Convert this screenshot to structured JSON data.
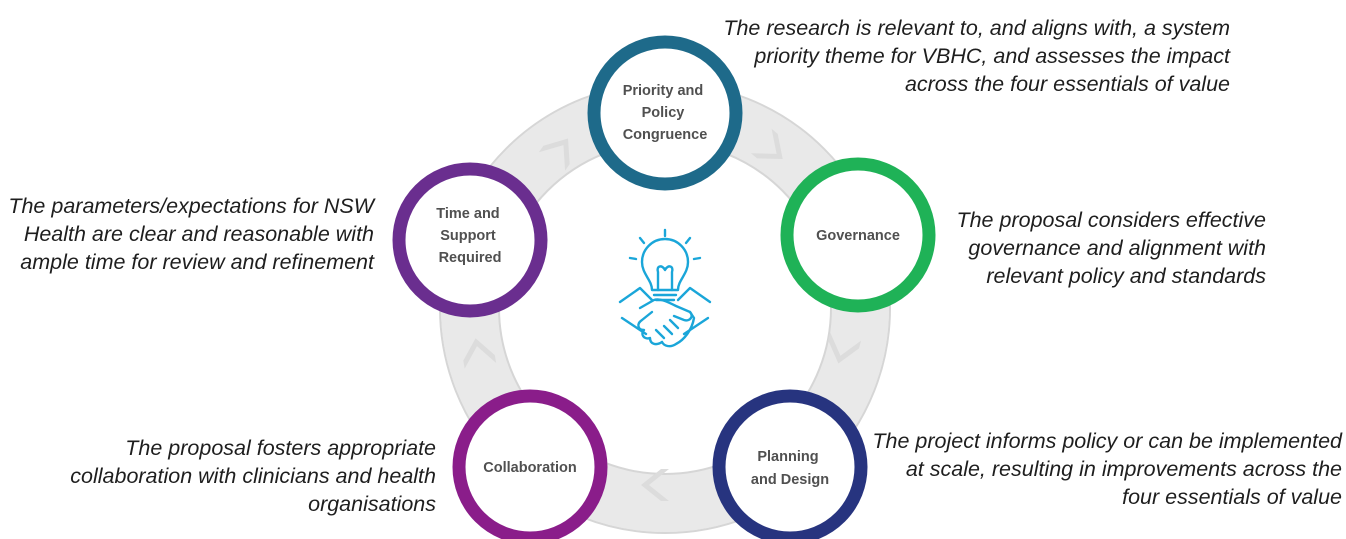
{
  "stages": [
    {
      "id": "priority",
      "label_lines": [
        "Priority and",
        "Policy",
        "Congruence"
      ],
      "color": "#1e6a8a"
    },
    {
      "id": "governance",
      "label_lines": [
        "Governance"
      ],
      "color": "#1fb257"
    },
    {
      "id": "planning",
      "label_lines": [
        "Planning",
        "and Design"
      ],
      "color": "#27347f"
    },
    {
      "id": "collaboration",
      "label_lines": [
        "Collaboration"
      ],
      "color": "#8a1d8a"
    },
    {
      "id": "time",
      "label_lines": [
        "Time and",
        "Support",
        "Required"
      ],
      "color": "#6a2e8f"
    }
  ],
  "descriptions": {
    "priority": [
      "The research is relevant to, and aligns with, a system",
      "priority theme for VBHC, and assesses the impact",
      "across the four essentials of value"
    ],
    "governance": [
      "The proposal considers effective",
      "governance and alignment with",
      "relevant policy and standards"
    ],
    "planning": [
      "The project informs policy or can be implemented",
      "at scale, resulting in improvements across the",
      "four essentials of value"
    ],
    "collaboration": [
      "The proposal fosters appropriate",
      "collaboration with clinicians and health",
      "organisations"
    ],
    "time": [
      "The parameters/expectations for NSW",
      "Health are clear and reasonable with",
      "ample time for review and refinement"
    ]
  },
  "center_icon": "lightbulb-handshake-icon",
  "colors": {
    "ring": "#e9e9e9",
    "ring_edge": "#d4d4d4",
    "chevron": "#dcdcdc",
    "icon": "#1aa6d9",
    "text": "#1e1e1e",
    "stage_text": "#505050"
  }
}
